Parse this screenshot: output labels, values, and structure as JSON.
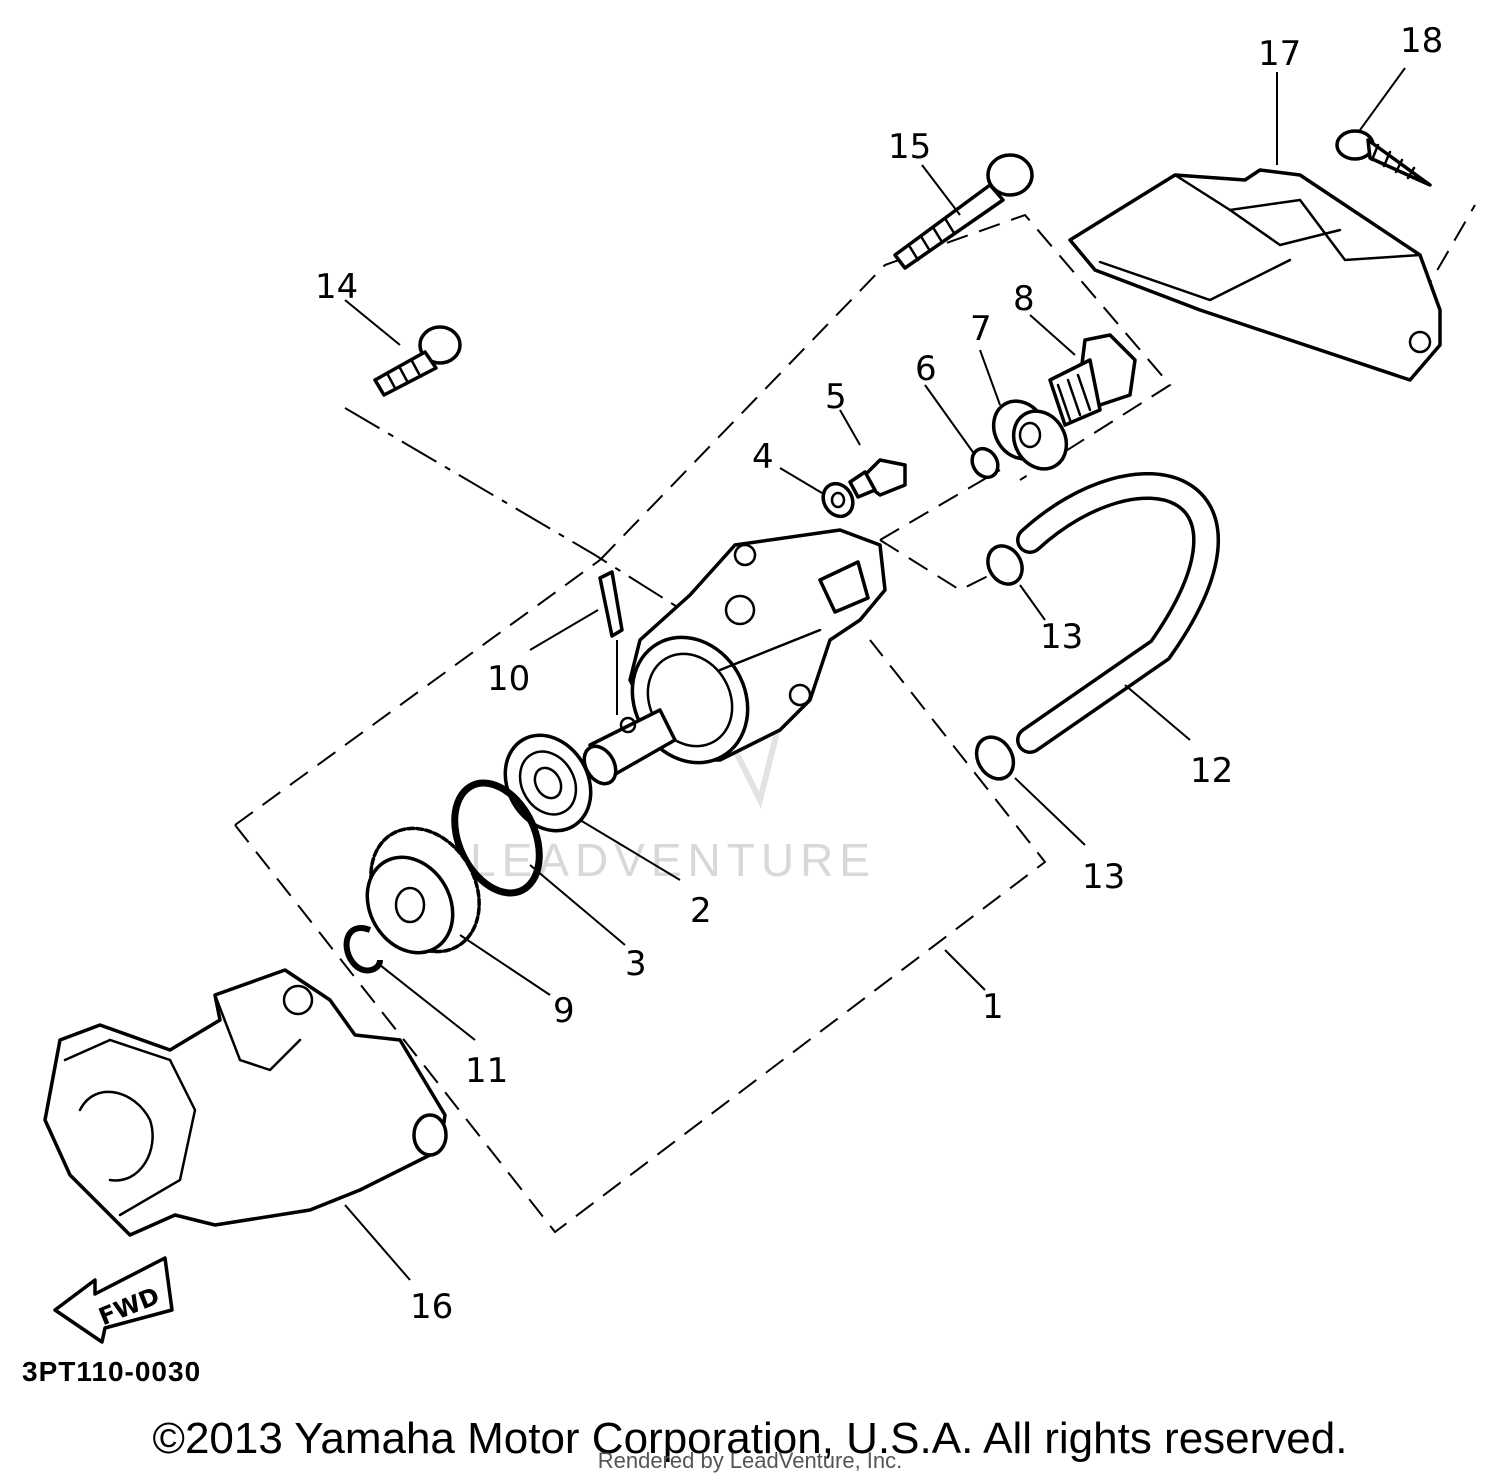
{
  "diagram": {
    "callouts": {
      "c1": "1",
      "c2": "2",
      "c3": "3",
      "c4": "4",
      "c5": "5",
      "c6": "6",
      "c7": "7",
      "c8": "8",
      "c9": "9",
      "c10": "10",
      "c11": "11",
      "c12": "12",
      "c13a": "13",
      "c13b": "13",
      "c14": "14",
      "c15": "15",
      "c16": "16",
      "c17": "17",
      "c18": "18"
    },
    "fwd_label": "FWD",
    "watermark": "LEADVENTURE",
    "code": "3PT110-0030"
  },
  "footer": {
    "copyright": "©2013 Yamaha Motor Corporation, U.S.A. All rights reserved.",
    "rendered_by": "Rendered by LeadVenture, Inc."
  }
}
